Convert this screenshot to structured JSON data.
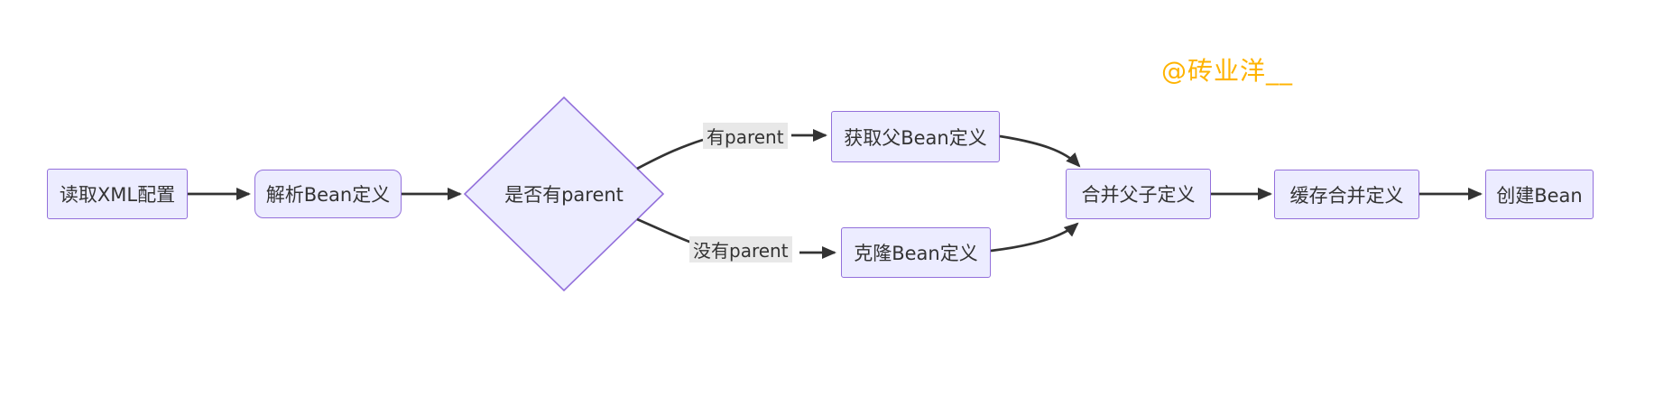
{
  "watermark": {
    "text": "@砖业洋__",
    "color": "#FFB300"
  },
  "diagram": {
    "type": "flowchart",
    "direction": "left-to-right",
    "nodes": [
      {
        "id": "read",
        "label": "读取XML配置",
        "shape": "rect"
      },
      {
        "id": "parse",
        "label": "解析Bean定义",
        "shape": "rounded-rect"
      },
      {
        "id": "hasParent",
        "label": "是否有parent",
        "shape": "diamond"
      },
      {
        "id": "getParent",
        "label": "获取父Bean定义",
        "shape": "rect"
      },
      {
        "id": "clone",
        "label": "克隆Bean定义",
        "shape": "rect"
      },
      {
        "id": "merge",
        "label": "合并父子定义",
        "shape": "rect"
      },
      {
        "id": "cache",
        "label": "缓存合并定义",
        "shape": "rect"
      },
      {
        "id": "create",
        "label": "创建Bean",
        "shape": "rect"
      }
    ],
    "edges": [
      {
        "from": "read",
        "to": "parse",
        "label": ""
      },
      {
        "from": "parse",
        "to": "hasParent",
        "label": ""
      },
      {
        "from": "hasParent",
        "to": "getParent",
        "label": "有parent"
      },
      {
        "from": "hasParent",
        "to": "clone",
        "label": "没有parent"
      },
      {
        "from": "getParent",
        "to": "merge",
        "label": ""
      },
      {
        "from": "clone",
        "to": "merge",
        "label": ""
      },
      {
        "from": "merge",
        "to": "cache",
        "label": ""
      },
      {
        "from": "cache",
        "to": "create",
        "label": ""
      }
    ],
    "colors": {
      "node_fill": "#ECECFF",
      "node_border": "#9370DB",
      "edge_color": "#333333",
      "label_bg": "#e8e8e8",
      "text_color": "#333333",
      "watermark_color": "#FFB300"
    }
  }
}
